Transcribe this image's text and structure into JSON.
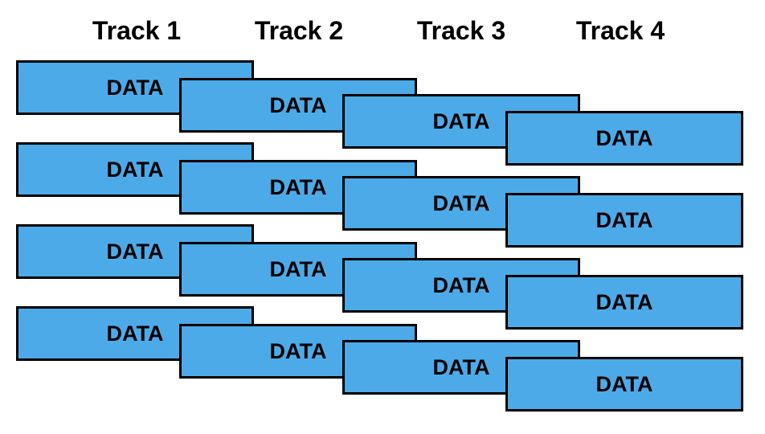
{
  "colors": {
    "block_fill": "#4DAAE8",
    "block_border": "#000000",
    "text": "#000000"
  },
  "tracks": [
    {
      "label": "Track 1",
      "blocks": [
        "DATA",
        "DATA",
        "DATA",
        "DATA"
      ]
    },
    {
      "label": "Track 2",
      "blocks": [
        "DATA",
        "DATA",
        "DATA",
        "DATA"
      ]
    },
    {
      "label": "Track 3",
      "blocks": [
        "DATA",
        "DATA",
        "DATA",
        "DATA"
      ]
    },
    {
      "label": "Track 4",
      "blocks": [
        "DATA",
        "DATA",
        "DATA",
        "DATA"
      ]
    }
  ]
}
